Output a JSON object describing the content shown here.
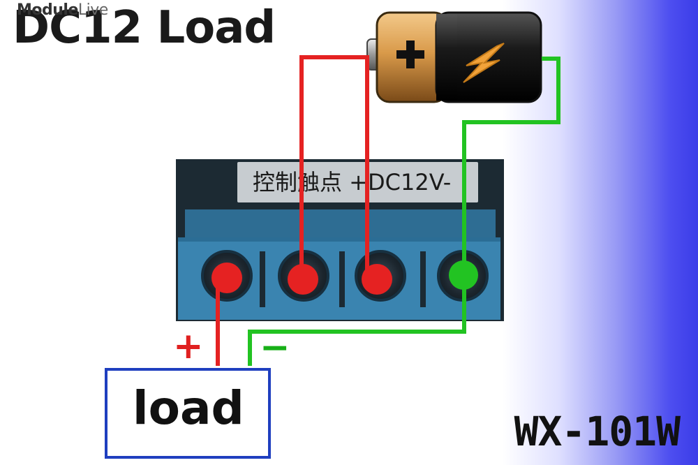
{
  "watermark": {
    "brand": "Module",
    "suffix": "Live"
  },
  "title": "DC12 Load",
  "model": "WX-101W",
  "board": {
    "label": "控制触点 +DC12V-"
  },
  "battery": {
    "plus_symbol": "+"
  },
  "polarity": {
    "plus": "+",
    "minus": "−"
  },
  "load_box": {
    "label": "load"
  },
  "colors": {
    "positive_wire": "#e52222",
    "negative_wire": "#22c322",
    "load_box_border": "#1f3fbf",
    "terminal_block": "#3a84b0"
  },
  "icons": [
    "battery-icon",
    "lightning-bolt-icon"
  ]
}
